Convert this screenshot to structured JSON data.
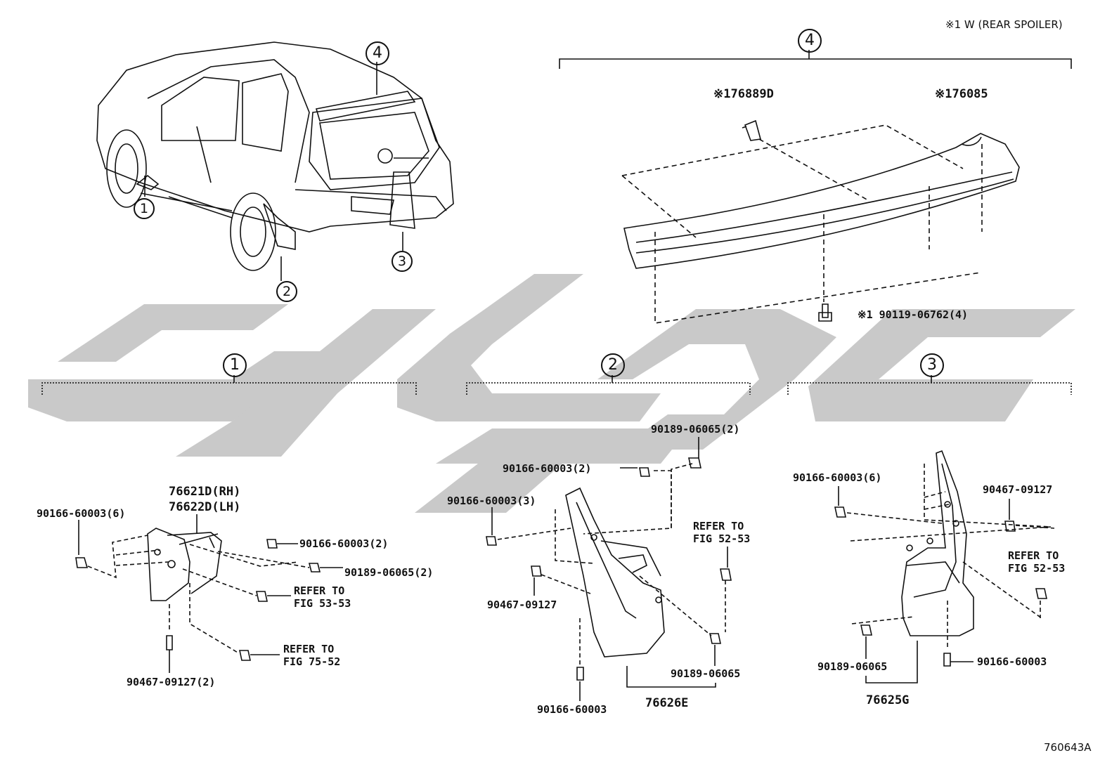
{
  "header_note": "※1 W (REAR SPOILER)",
  "figure_id": "760643A",
  "callouts": [
    "4",
    "1",
    "2",
    "3",
    "4",
    "1",
    "2",
    "3"
  ],
  "watermark": {
    "color": "#c9c9c9"
  },
  "spoiler": {
    "clip_part": "※176889D",
    "spoiler_part": "※176085",
    "bolt_part": "※1 90119-06762(4)"
  },
  "group1": {
    "mudguard_rh": "76621D(RH)",
    "mudguard_lh": "76622D(LH)",
    "screw_left": "90166-60003(6)",
    "screw_top": "90166-60003(2)",
    "nut_top": "90189-06065(2)",
    "refer_a_1": "REFER TO",
    "refer_a_2": "FIG 53-53",
    "refer_b_1": "REFER TO",
    "refer_b_2": "FIG 75-52",
    "clip_bottom": "90467-09127(2)"
  },
  "group2": {
    "nut_top": "90189-06065(2)",
    "screw_top": "90166-60003(2)",
    "screw_left": "90166-60003(3)",
    "refer_1": "REFER TO",
    "refer_2": "FIG 52-53",
    "clip_left": "90467-09127",
    "nut_right": "90189-06065",
    "screw_bottom": "90166-60003",
    "mudguard": "76626E"
  },
  "group3": {
    "screw_left": "90166-60003(6)",
    "clip_right": "90467-09127",
    "refer_1": "REFER TO",
    "refer_2": "FIG 52-53",
    "nut_left": "90189-06065",
    "screw_right": "90166-60003",
    "mudguard": "76625G"
  }
}
